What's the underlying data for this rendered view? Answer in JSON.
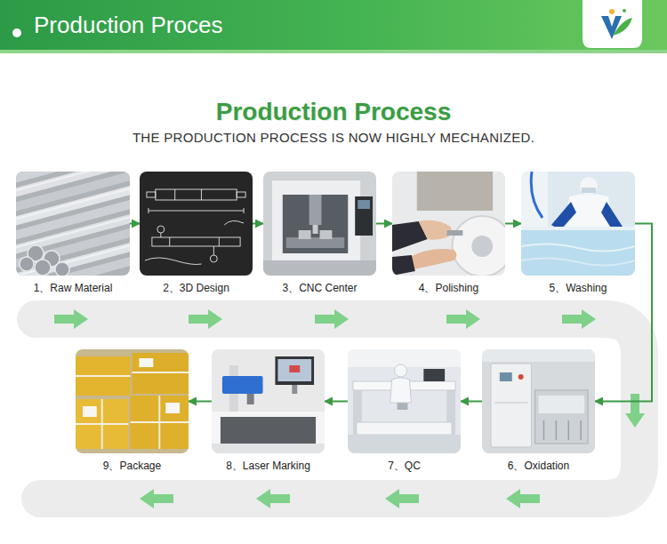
{
  "diagram": {
    "title": "Production Process",
    "nodes": [
      {
        "text": [
          "Production Proces"
        ]
      },
      {
        "text": [
          "1、Raw Material"
        ]
      },
      {
        "text": [
          "2、3D Design"
        ]
      },
      {
        "text": [
          "3、CNC Center"
        ]
      },
      {
        "text": [
          "4、Polishing"
        ]
      },
      {
        "text": [
          "5、Washing"
        ]
      },
      {
        "text": [
          "6、Oxidation"
        ]
      },
      {
        "text": [
          "7、QC"
        ]
      },
      {
        "text": [
          "8、Laser Marking"
        ]
      },
      {
        "text": [
          "9、Package"
        ]
      }
    ],
    "edges": [
      {
        "from": 1,
        "to": 2,
        "arrow": "to"
      },
      {
        "from": 2,
        "to": 3,
        "arrow": "to"
      },
      {
        "from": 3,
        "to": 4,
        "arrow": "to"
      },
      {
        "from": 4,
        "to": 5,
        "arrow": "to"
      },
      {
        "from": 5,
        "to": 6,
        "arrow": "to"
      },
      {
        "from": 6,
        "to": 7,
        "arrow": "to"
      },
      {
        "from": 7,
        "to": 8,
        "arrow": "to"
      },
      {
        "from": 8,
        "to": 9,
        "arrow": "to"
      }
    ],
    "labels": [
      "THE PRODUCTION PROCESS IS NOW HIGHLY MECHANIZED."
    ]
  }
}
